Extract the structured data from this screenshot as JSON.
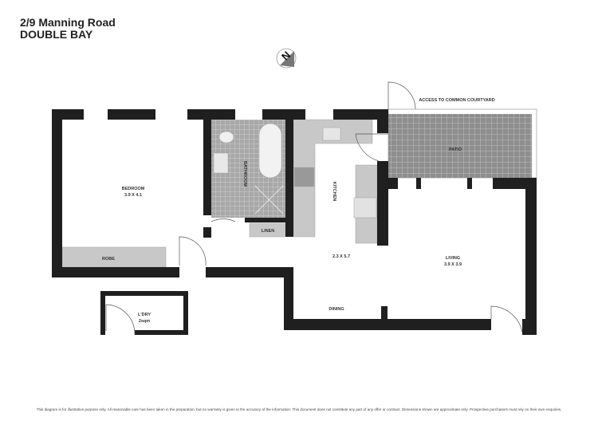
{
  "header": {
    "address": "2/9 Manning Road",
    "suburb": "DOUBLE BAY"
  },
  "compass": {
    "icon": "north-arrow-icon",
    "label": "N"
  },
  "rooms": {
    "bedroom": {
      "name": "BEDROOM",
      "size": "3.9 X 4.1"
    },
    "robe": {
      "name": "ROBE"
    },
    "bathroom": {
      "name": "BATHROOM"
    },
    "linen": {
      "name": "LINEN"
    },
    "kitchen": {
      "name": "KITCHEN",
      "size": "2.3 X 5.7"
    },
    "living": {
      "name": "LIVING",
      "size": "3.9 X 3.9"
    },
    "dining": {
      "name": "DINING"
    },
    "laundry": {
      "name": "L'DRY",
      "size": "2sqm"
    },
    "patio": {
      "name": "PATIO"
    },
    "courtyard_access": "ACCESS TO COMMON COURTYARD"
  },
  "colors": {
    "wall": "#1f1f1f",
    "fixture": "#c8c8c8",
    "tile": "#8c8c8c"
  },
  "disclaimer": "This diagram is for illustrative purpose only. All reasonable care has been taken in the preparation, but no warranty is given to the accuracy of the information. This document does not constitute any part of any offer or contract. Dimensions shown are approximate only. Prospective purchasers must rely on their own enquiries."
}
